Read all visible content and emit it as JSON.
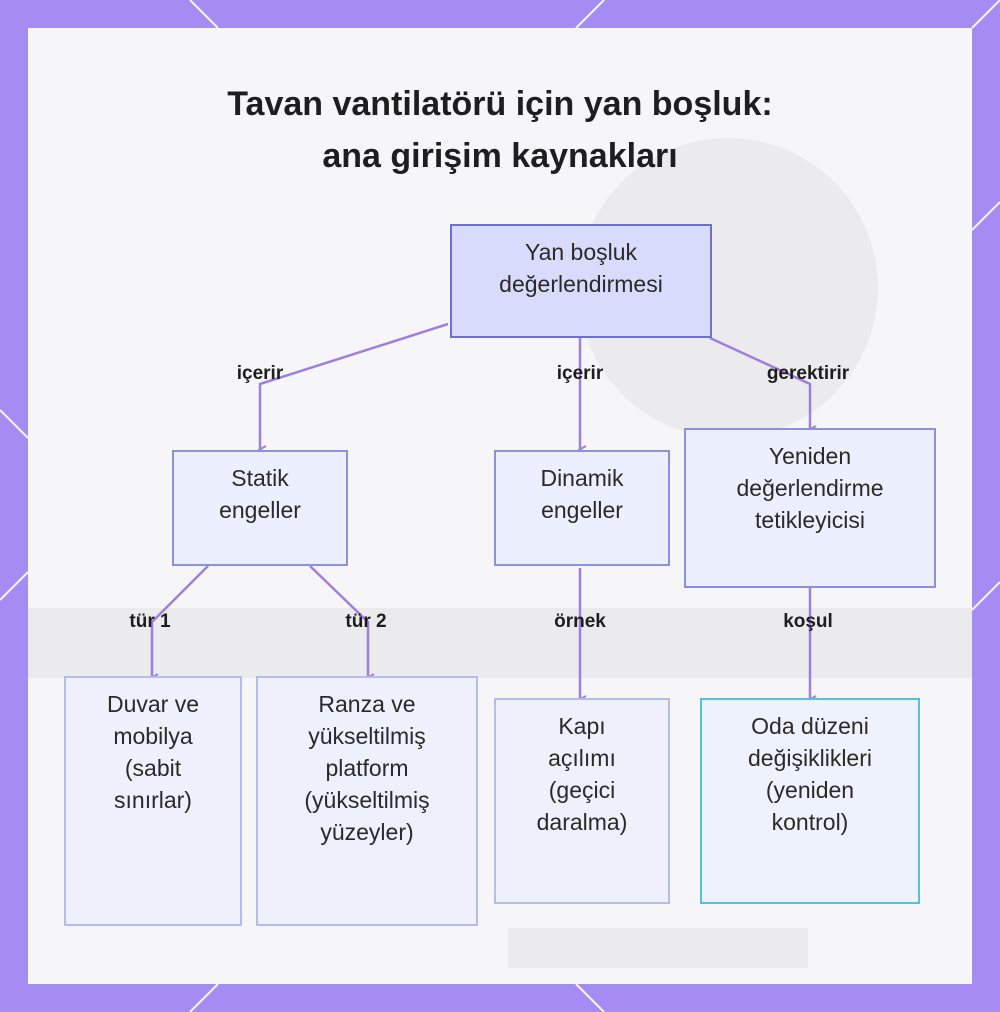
{
  "title": {
    "line1": "Tavan vantilatörü için yan boşluk:",
    "line2": "ana girişim kaynakları"
  },
  "nodes": {
    "root": [
      "Yan boşluk",
      "değerlendirmesi"
    ],
    "static": [
      "Statik",
      "engeller"
    ],
    "dynamic": [
      "Dinamik",
      "engeller"
    ],
    "trigger": [
      "Yeniden",
      "değerlendirme",
      "tetikleyicisi"
    ],
    "wall": [
      "Duvar ve",
      "mobilya",
      "(sabit",
      "sınırlar)"
    ],
    "bunk": [
      "Ranza ve",
      "yükseltilmiş",
      "platform",
      "(yükseltilmiş",
      "yüzeyler)"
    ],
    "door": [
      "Kapı",
      "açılımı",
      "(geçici",
      "daralma)"
    ],
    "room": [
      "Oda düzeni",
      "değişiklikleri",
      "(yeniden",
      "kontrol)"
    ]
  },
  "edge_labels": {
    "root_static": "içerir",
    "root_dynamic": "içerir",
    "root_trigger": "gerektirir",
    "static_wall": "tür 1",
    "static_bunk": "tür 2",
    "dynamic_door": "örnek",
    "trigger_room": "koşul"
  },
  "colors": {
    "frame": "#a48cf2",
    "edge": "#a07ee0",
    "node_border": "#8a90e6",
    "accent_border": "#4fc3e6"
  }
}
